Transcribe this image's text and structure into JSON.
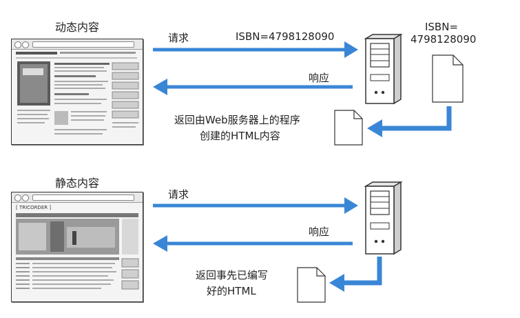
{
  "dynamic": {
    "title": "动态内容",
    "request_label": "请求",
    "isbn_request": "ISBN=4798128090",
    "response_label": "响应",
    "isbn_file_line1": "ISBN=",
    "isbn_file_line2": "4798128090",
    "return_line1": "返回由Web服务器上的程序",
    "return_line2": "创建的HTML内容"
  },
  "static": {
    "title": "静态内容",
    "request_label": "请求",
    "response_label": "响应",
    "return_line1": "返回事先已编写",
    "return_line2": "好的HTML",
    "site_name": "TRICORDER"
  },
  "colors": {
    "arrow": "#3a86d6",
    "outline": "#333333"
  },
  "icons": {
    "server": "server-icon",
    "document": "document-icon",
    "browser": "browser-window-icon"
  }
}
